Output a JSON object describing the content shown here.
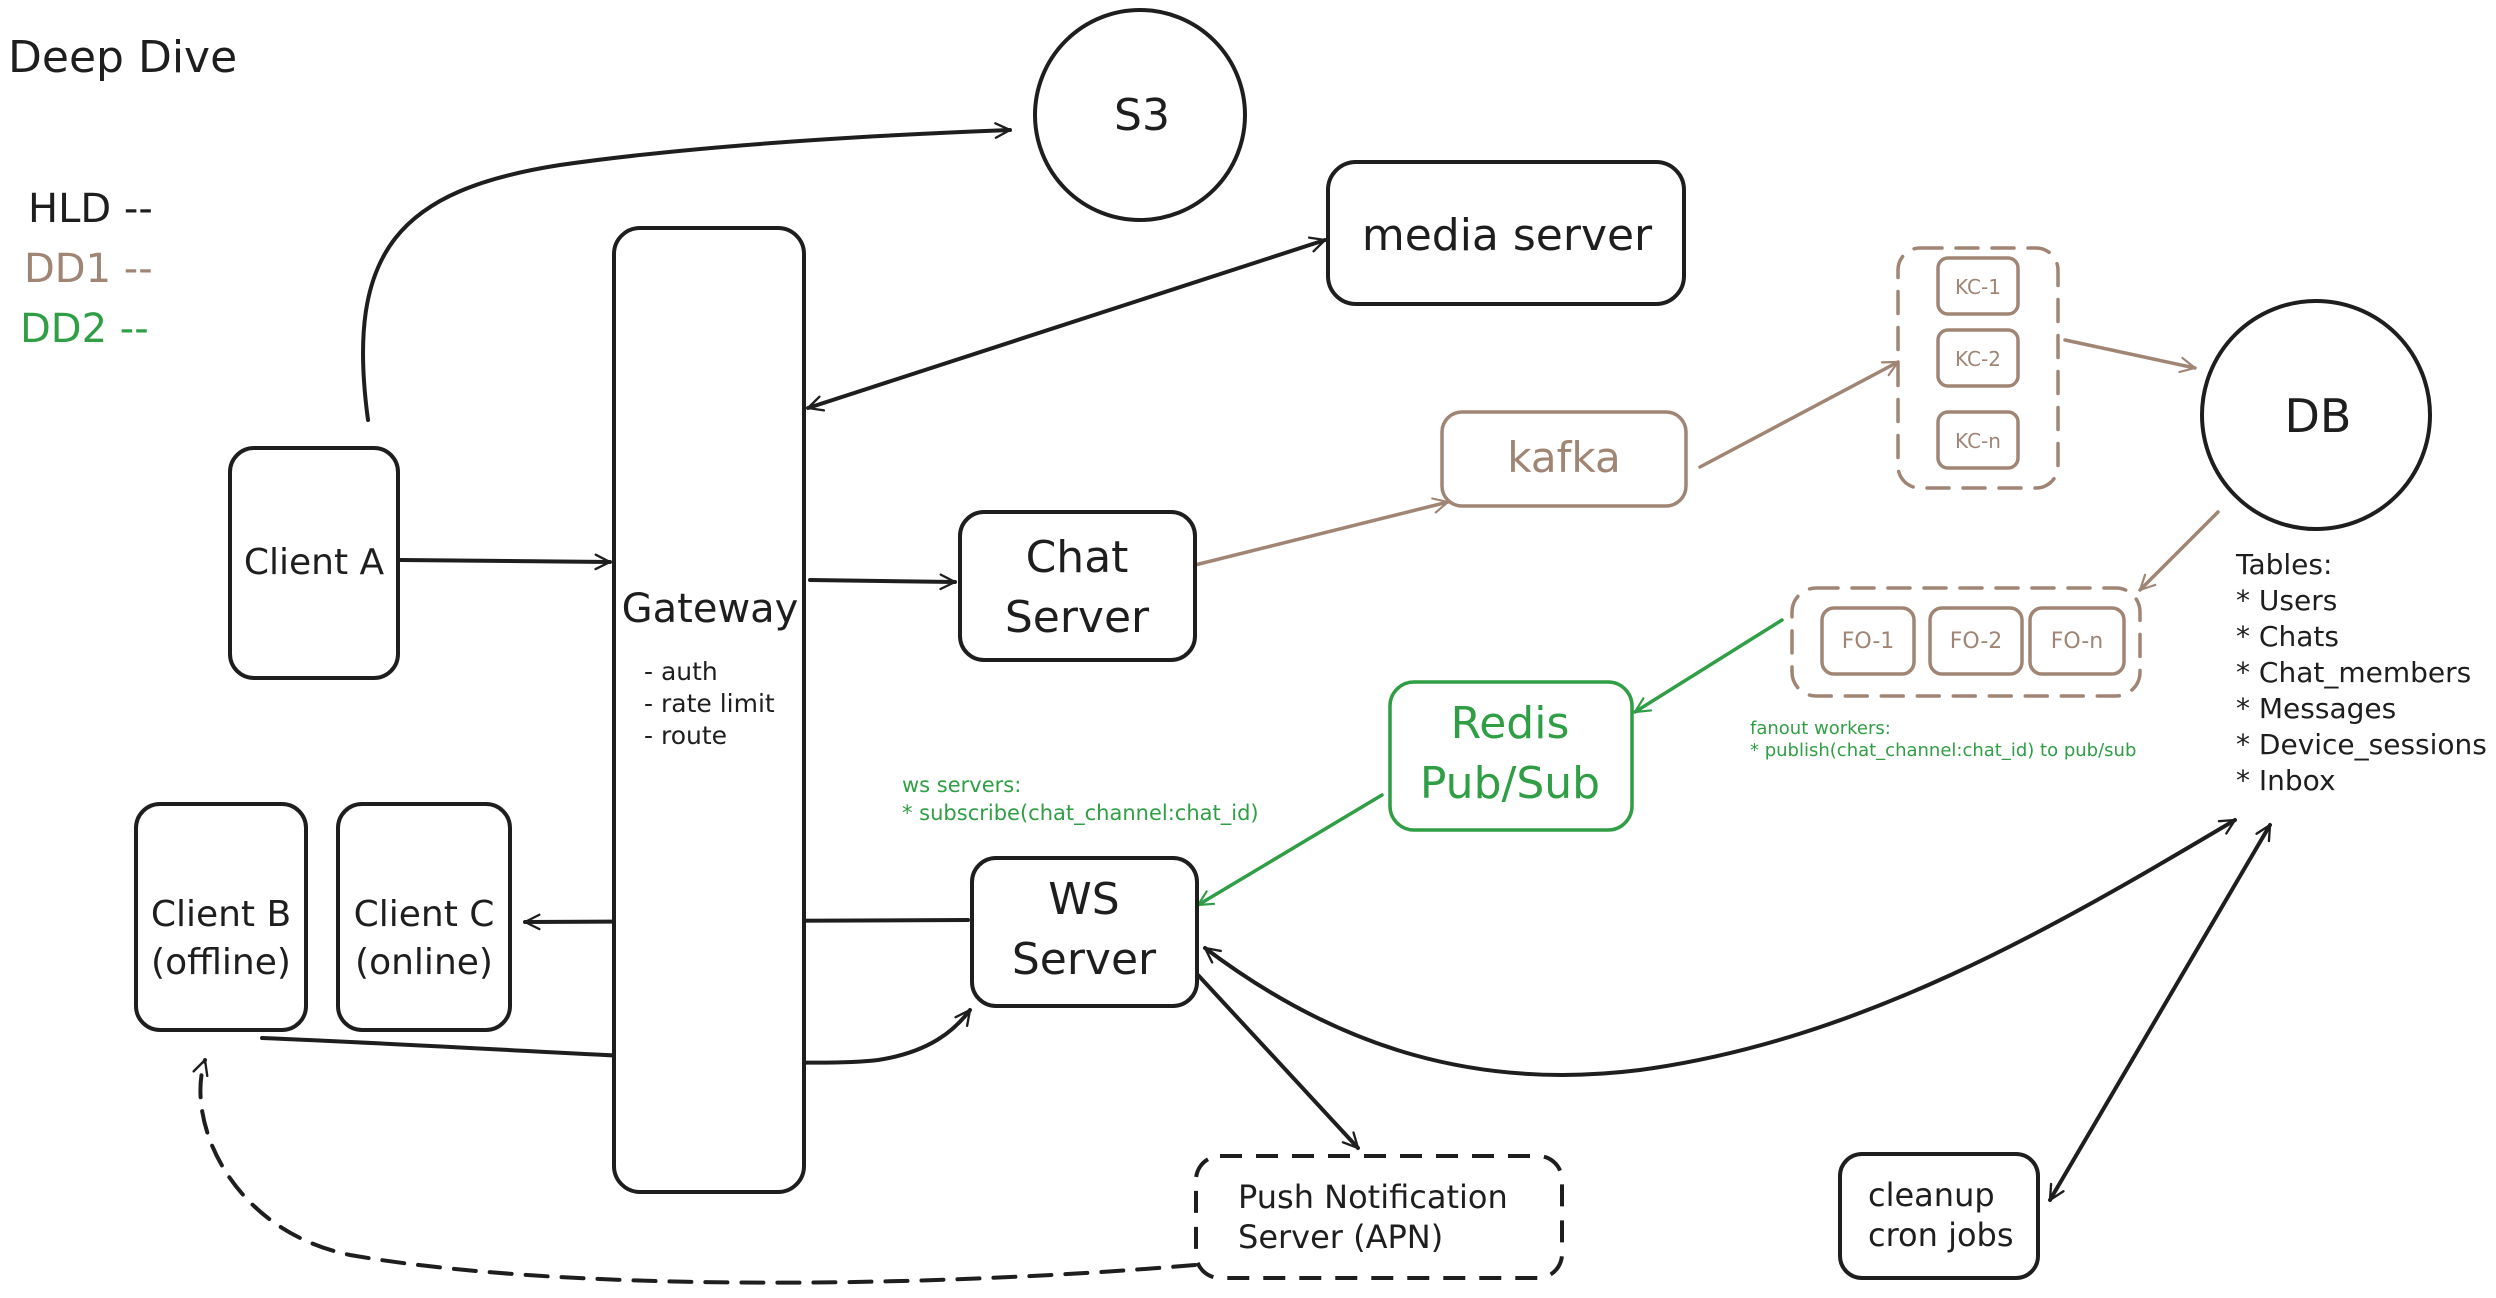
{
  "page": {
    "title": "Deep Dive"
  },
  "legend": {
    "hld": "HLD --",
    "dd1": "DD1 --",
    "dd2": "DD2 --"
  },
  "colors": {
    "hld": "#1e1e1e",
    "dd1": "#a08575",
    "dd2": "#2f9e44"
  },
  "nodes": {
    "s3": "S3",
    "media_server": "media server",
    "client_a": "Client A",
    "gateway": "Gateway",
    "gateway_notes": [
      "- auth",
      "- rate limit",
      "- route"
    ],
    "chat_server": [
      "Chat",
      "Server"
    ],
    "kafka": "kafka",
    "consumers": [
      "KC-1",
      "KC-2",
      "KC-n"
    ],
    "db": "DB",
    "db_tables_title": "Tables:",
    "db_tables": [
      "* Users",
      "* Chats",
      "* Chat_members",
      "* Messages",
      "* Device_sessions",
      "* Inbox"
    ],
    "fanout": [
      "FO-1",
      "FO-2",
      "FO-n"
    ],
    "fanout_note": [
      "fanout workers:",
      "* publish(chat_channel:chat_id) to pub/sub"
    ],
    "redis": [
      "Redis",
      "Pub/Sub"
    ],
    "ws_note": [
      "ws servers:",
      "* subscribe(chat_channel:chat_id)"
    ],
    "ws_server": [
      "WS",
      "Server"
    ],
    "client_b": [
      "Client B",
      "(offline)"
    ],
    "client_c": [
      "Client C",
      "(online)"
    ],
    "push_server": [
      "Push Notification",
      "Server (APN)"
    ],
    "cleanup": [
      "cleanup",
      "cron jobs"
    ]
  }
}
